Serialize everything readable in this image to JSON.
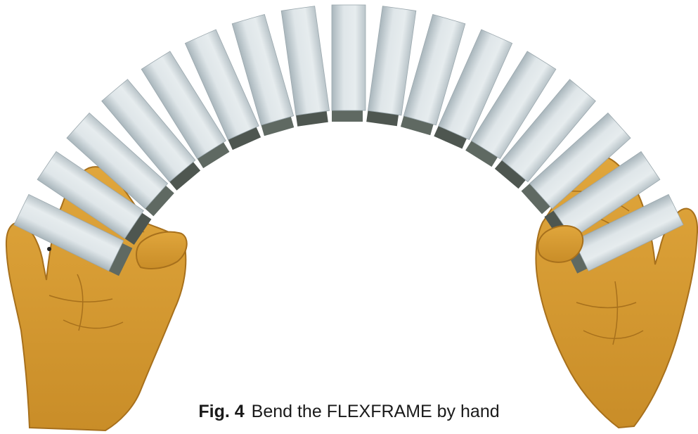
{
  "figure": {
    "number": "Fig. 4",
    "caption": "Bend the FLEXFRAME by hand",
    "segment_count": 17,
    "colors": {
      "segment_face_light": "#dfe6e9",
      "segment_face_dark": "#a9b6bc",
      "spine_dark": "#4e5650",
      "spine_light": "#5f6962",
      "hand_fill": "#d59a32",
      "hand_stroke": "#a7701c",
      "background": "#ffffff",
      "caption_text": "#1a1a1a"
    }
  }
}
